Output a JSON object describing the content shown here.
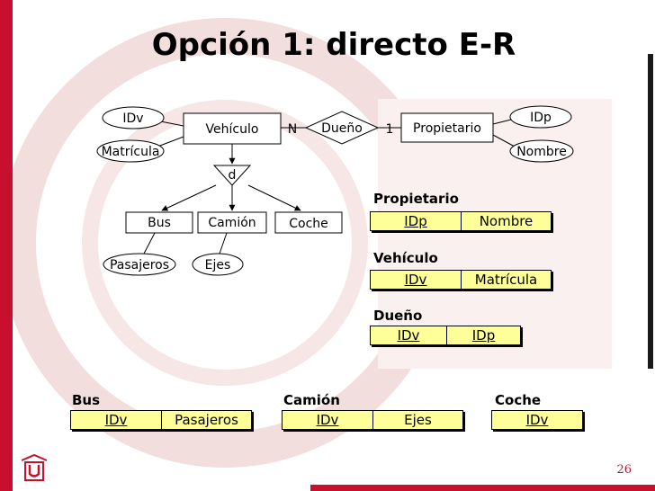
{
  "title": "Opción 1: directo E-R",
  "er": {
    "entity_vehiculo": "Vehículo",
    "relationship_dueno": "Dueño",
    "entity_propietario": "Propietario",
    "card_n": "N",
    "card_1": "1",
    "attr_idv": "IDv",
    "attr_matricula": "Matrícula",
    "attr_idp": "IDp",
    "attr_nombre": "Nombre",
    "disjoint": "d",
    "entity_bus": "Bus",
    "entity_camion": "Camión",
    "entity_coche": "Coche",
    "attr_pasajeros": "Pasajeros",
    "attr_ejes": "Ejes"
  },
  "tables": {
    "propietario": {
      "title": "Propietario",
      "cols": [
        "IDp",
        "Nombre"
      ]
    },
    "vehiculo": {
      "title": "Vehículo",
      "cols": [
        "IDv",
        "Matrícula"
      ]
    },
    "dueno": {
      "title": "Dueño",
      "cols": [
        "IDv",
        "IDp"
      ]
    },
    "bus": {
      "title": "Bus",
      "cols": [
        "IDv",
        "Pasajeros"
      ]
    },
    "camion": {
      "title": "Camión",
      "cols": [
        "IDv",
        "Ejes"
      ]
    },
    "coche": {
      "title": "Coche",
      "cols": [
        "IDv"
      ]
    }
  },
  "page_number": "26",
  "colors": {
    "accent": "#c8102e",
    "table_fill": "#ffff99"
  }
}
